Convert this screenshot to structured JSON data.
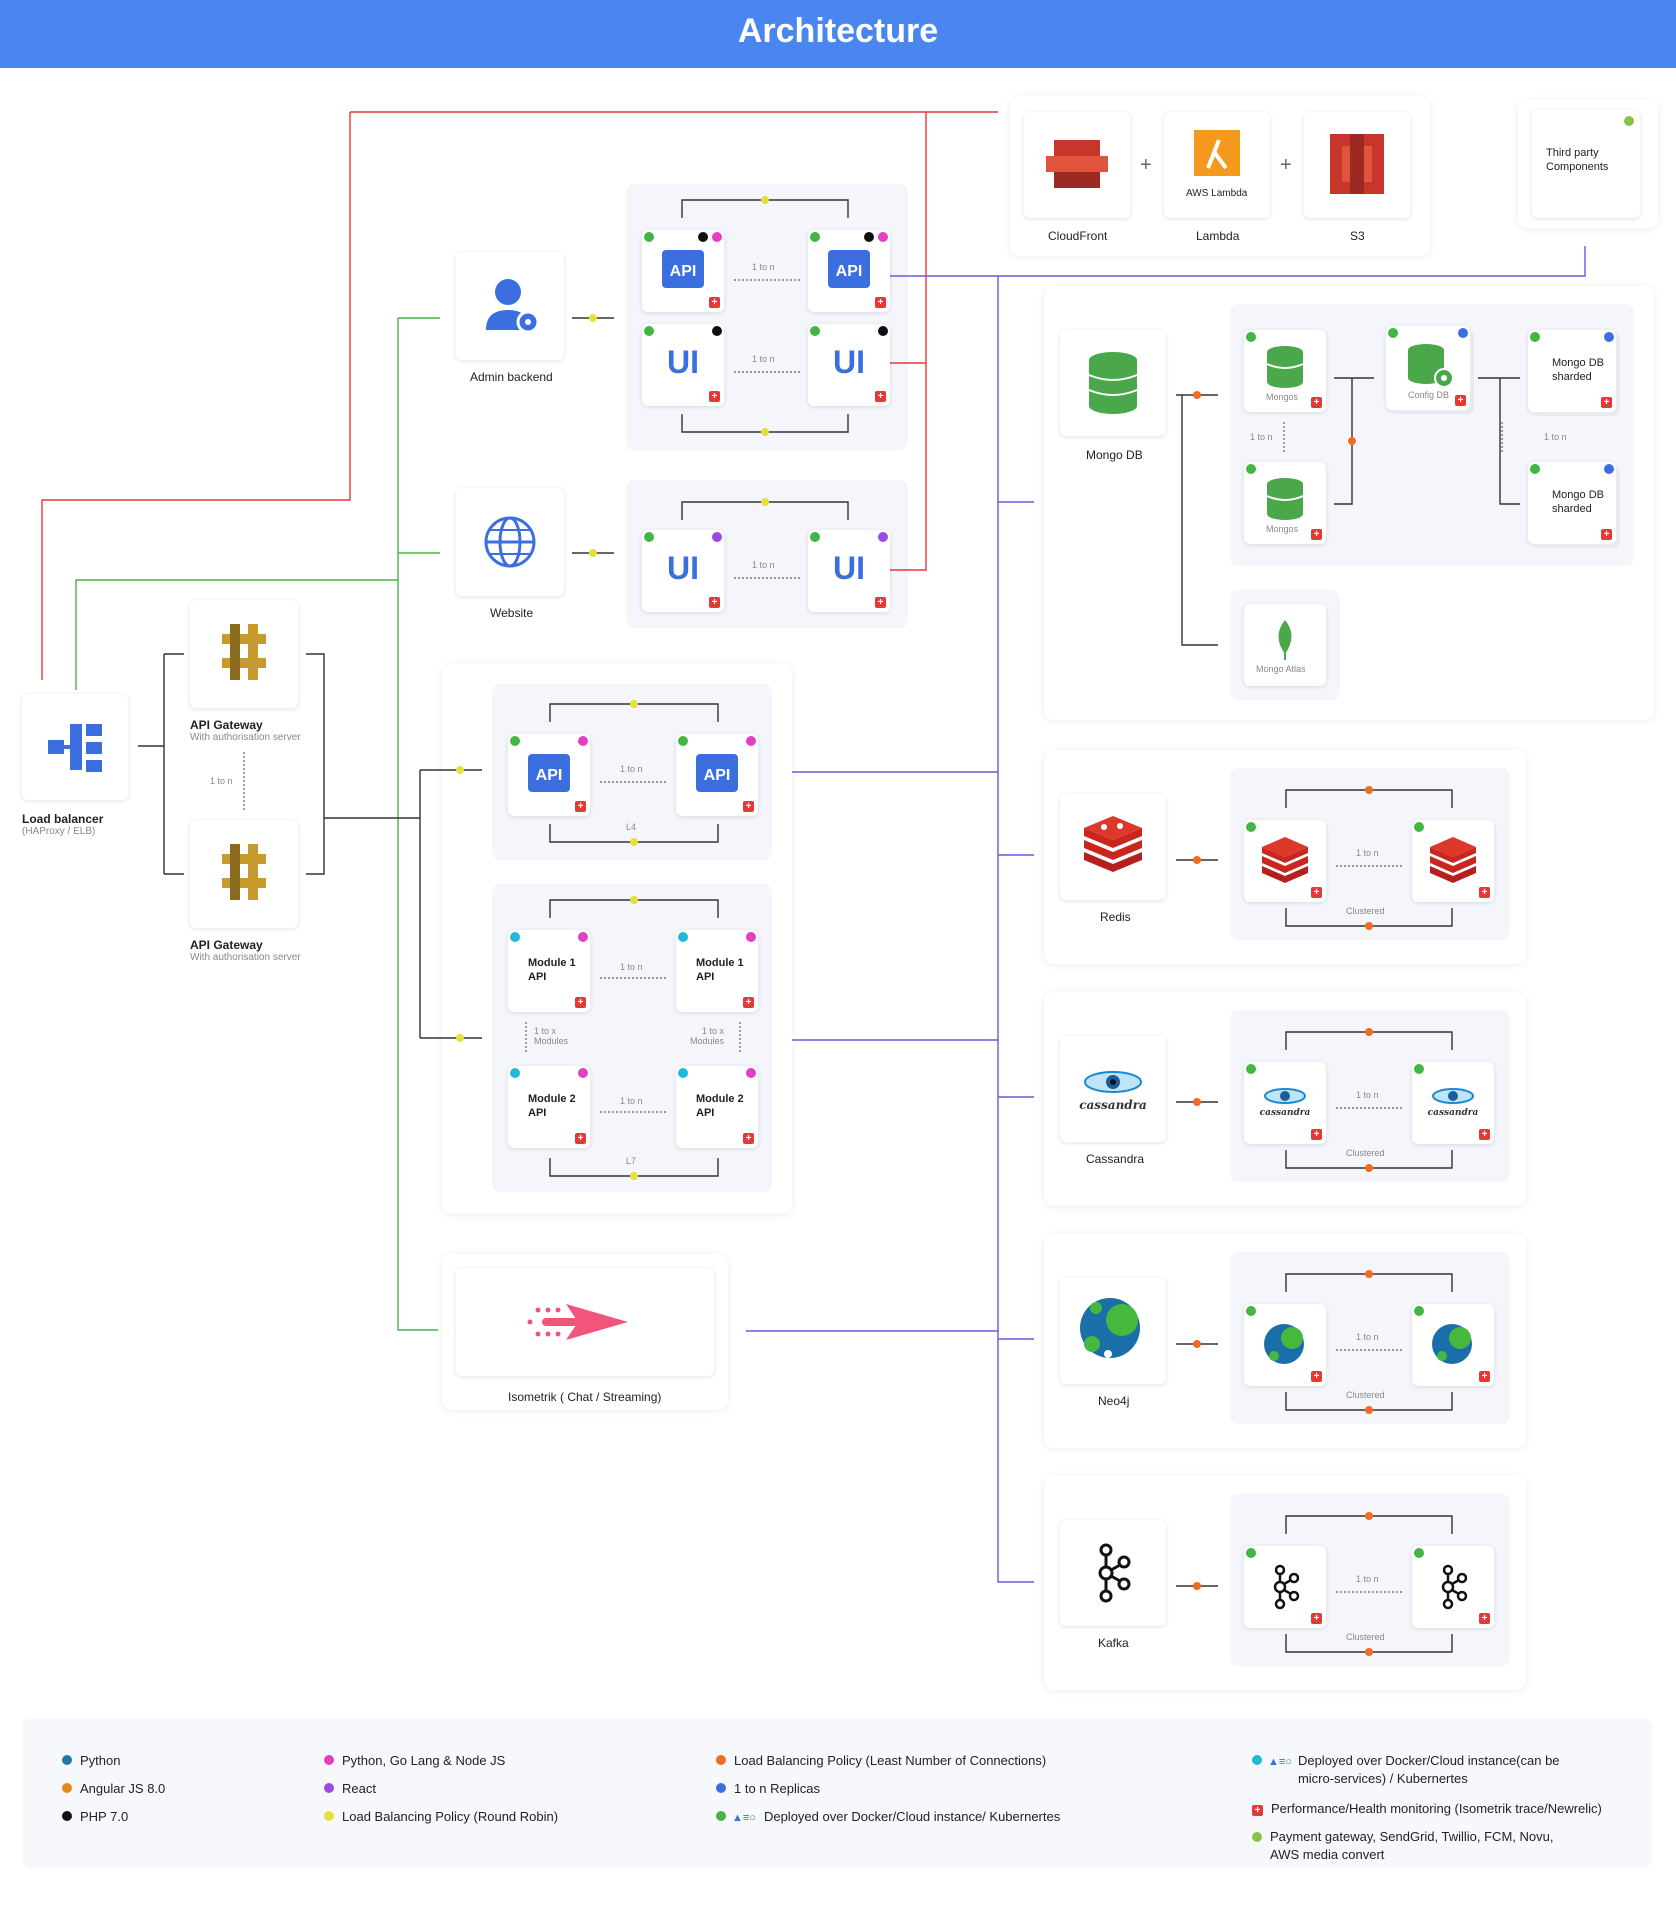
{
  "title": "Architecture",
  "colors": {
    "header": "#4a86f0",
    "red_line": "#e53935",
    "green_line": "#43b543",
    "purple_line": "#6a5ae0",
    "orange": "#f26b21",
    "yellow": "#e5e13a"
  },
  "nodes": {
    "cloudfront": "CloudFront",
    "aws_lambda": "AWS Lambda",
    "lambda": "Lambda",
    "s3": "S3",
    "third_party": "Third party\nComponents",
    "admin_backend": "Admin backend",
    "website": "Website",
    "load_balancer": "Load balancer",
    "load_balancer_sub": "(HAProxy / ELB)",
    "api_gateway": "API Gateway",
    "api_gateway_sub": "With authorisation server",
    "mongo_db": "Mongo DB",
    "mongos": "Mongos",
    "config_db": "Config DB",
    "mongo_sharded": "Mongo DB\nsharded",
    "mongo_atlas": "Mongo Atlas",
    "redis": "Redis",
    "cassandra": "Cassandra",
    "cassandra_logo": "cassandra",
    "neo4j": "Neo4j",
    "kafka": "Kafka",
    "isometrik": "Isometrik  ( Chat / Streaming)",
    "module1": "Module 1\nAPI",
    "module2": "Module 2\nAPI",
    "api_icon": "API",
    "ui_icon": "UI"
  },
  "labels": {
    "one_to_n": "1 to n",
    "one_to_x": "1 to x\nModules",
    "clustered": "Clustered",
    "l4": "L4",
    "l7": "L7",
    "plus": "+"
  },
  "legend": {
    "python": "Python",
    "angular": "Angular JS 8.0",
    "php": "PHP 7.0",
    "python_go_node": "Python, Go Lang & Node JS",
    "react": "React",
    "lb_round_robin": "Load Balancing Policy (Round Robin)",
    "lb_least": "Load Balancing Policy (Least Number of Connections)",
    "replicas": "1 to n Replicas",
    "deployed_k8s": "Deployed over Docker/Cloud instance/ Kubernertes",
    "deployed_micro": "Deployed over Docker/Cloud instance(can be\nmicro-services) / Kubernertes",
    "monitoring": "Performance/Health monitoring (Isometrik trace/Newrelic)",
    "payment": "Payment gateway, SendGrid, Twillio, FCM, Novu,\nAWS media convert"
  }
}
